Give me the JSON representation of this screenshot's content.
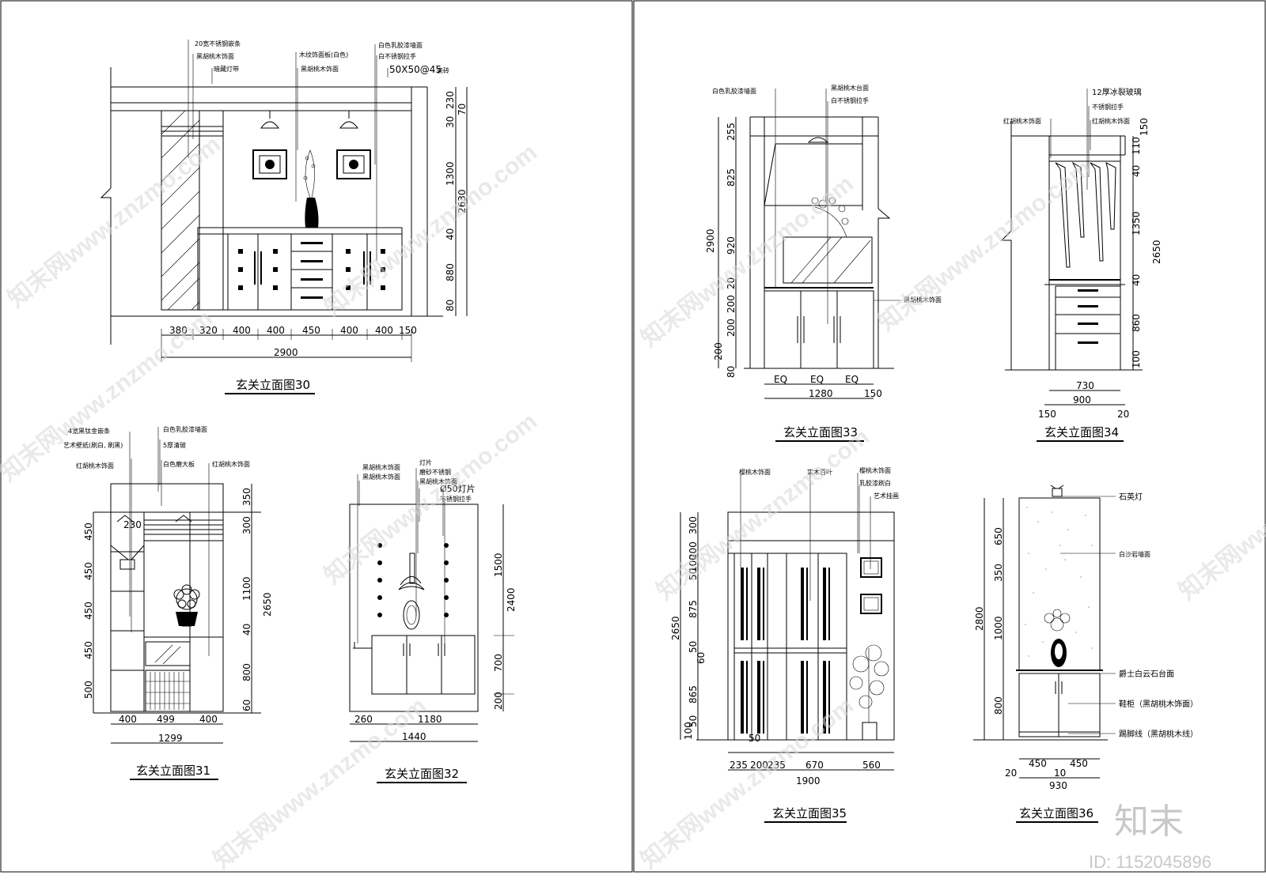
{
  "elevations": [
    {
      "title": "玄关立面图30",
      "dims_h": [
        "380",
        "320",
        "400",
        "400",
        "450",
        "400",
        "400",
        "150"
      ],
      "total": "2900",
      "dims_v": [
        "230",
        "70",
        "30",
        "1300",
        "2630",
        "40",
        "880",
        "80"
      ],
      "labels": [
        "20宽不锈钢嵌条",
        "黑胡桃木饰面",
        "暗藏灯带",
        "木纹饰面板(白色)",
        "黑胡桃木饰面",
        "白色乳胶漆墙面",
        "白不锈钢拉手",
        "50X50@45",
        "瓷砖"
      ]
    },
    {
      "title": "玄关立面图31",
      "dims_h": [
        "400",
        "499",
        "400"
      ],
      "total": "1299",
      "dims_v_left": [
        "450",
        "450",
        "450",
        "450",
        "500"
      ],
      "dims_v_right": [
        "350",
        "300",
        "1100",
        "2650",
        "40",
        "800",
        "60"
      ],
      "inner": "230",
      "labels": [
        "4宽黑钛金嵌条",
        "白色乳胶漆墙面",
        "5厚清玻",
        "艺术壁纸(刷白, 刷黑)",
        "红胡桃木饰面",
        "白色磨大板",
        "红胡桃木饰面"
      ]
    },
    {
      "title": "玄关立面图32",
      "dims_h": [
        "260",
        "1180"
      ],
      "total": "1440",
      "dims_v": [
        "1500",
        "2400",
        "700",
        "200"
      ],
      "labels": [
        "黑胡桃木饰面",
        "黑胡桃木饰面",
        "灯片",
        "磨砂不锈钢",
        "黑胡桃木饰面",
        "Ø50灯片",
        "不锈钢拉手"
      ]
    },
    {
      "title": "玄关立面图33",
      "dims_h": [
        "EQ",
        "EQ",
        "EQ"
      ],
      "total": "1280",
      "extra": "150",
      "dims_v": [
        "255",
        "825",
        "2900",
        "920",
        "20",
        "200",
        "200",
        "200",
        "80"
      ],
      "labels": [
        "白色乳胶漆墙面",
        "黑胡桃木台面",
        "白不锈钢拉手",
        "黑胡桃木饰面"
      ]
    },
    {
      "title": "玄关立面图34",
      "dims_h": [
        "730",
        "900",
        "150",
        "20"
      ],
      "dims_v": [
        "150",
        "110",
        "40",
        "1350",
        "2650",
        "40",
        "860",
        "100"
      ],
      "labels": [
        "12厚冰裂玻璃",
        "红胡桃木饰面",
        "不锈钢拉手",
        "红胡桃木饰面"
      ]
    },
    {
      "title": "玄关立面图35",
      "dims_h": [
        "235",
        "200",
        "235",
        "670",
        "560"
      ],
      "total": "1900",
      "dims_v": [
        "300",
        "200",
        "100",
        "50",
        "875",
        "2650",
        "50",
        "60",
        "865",
        "50",
        "100"
      ],
      "inner": "50",
      "labels": [
        "樱桃木饰面",
        "实木百叶",
        "樱桃木饰面",
        "乳胶漆刷白",
        "艺术挂画"
      ]
    },
    {
      "title": "玄关立面图36",
      "dims_h": [
        "450",
        "450",
        "20",
        "10"
      ],
      "total": "930",
      "dims_v": [
        "650",
        "350",
        "2800",
        "1000",
        "800"
      ],
      "labels": [
        "石英灯",
        "白沙岩墙面",
        "爵士白云石台面",
        "鞋柜（黑胡桃木饰面）",
        "踢脚线（黑胡桃木线）"
      ]
    }
  ],
  "watermark": "知末网www.znzmo.com",
  "brand": "知末",
  "id_label": "ID: 1152045896"
}
